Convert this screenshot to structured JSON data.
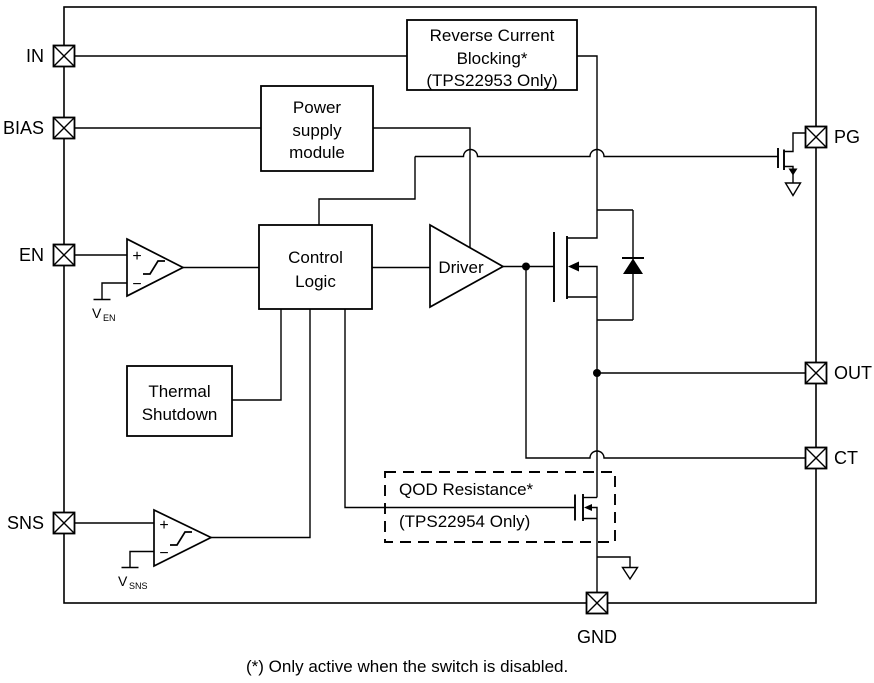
{
  "pins": {
    "in": "IN",
    "bias": "BIAS",
    "en": "EN",
    "sns": "SNS",
    "pg": "PG",
    "out": "OUT",
    "ct": "CT",
    "gnd": "GND"
  },
  "blocks": {
    "rcb": {
      "line1": "Reverse Current",
      "line2": "Blocking*",
      "line3": "(TPS22953 Only)"
    },
    "psm": {
      "line1": "Power",
      "line2": "supply",
      "line3": "module"
    },
    "control_logic": {
      "line1": "Control",
      "line2": "Logic"
    },
    "thermal": {
      "line1": "Thermal",
      "line2": "Shutdown"
    },
    "driver": {
      "label": "Driver"
    },
    "qod": {
      "line1": "QOD Resistance*",
      "line2": "(TPS22954 Only)"
    }
  },
  "comparators": {
    "en": {
      "plus": "+",
      "minus": "−",
      "ref_base": "V",
      "ref_sub": "EN"
    },
    "sns": {
      "plus": "+",
      "minus": "−",
      "ref_base": "V",
      "ref_sub": "SNS"
    }
  },
  "footnote": "(*) Only active when the switch is disabled.",
  "colors": {
    "line": "#000000",
    "background": "#ffffff"
  }
}
